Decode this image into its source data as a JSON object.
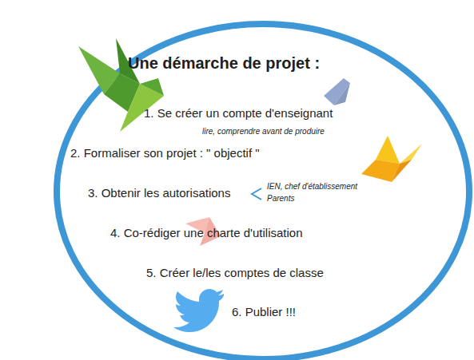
{
  "diagram": {
    "title": "Une démarche de projet :",
    "labels": [
      "1. Se créer un compte d'enseignant",
      "lire, comprendre avant de produire",
      "2. Formaliser son projet : \" objectif \"",
      "3. Obtenir les autorisations",
      "IEN, chef d'établissement",
      "Parents",
      "4. Co-rédiger une charte d'utilisation",
      "5. Créer le/les comptes de classe",
      "6. Publier !!!"
    ]
  }
}
